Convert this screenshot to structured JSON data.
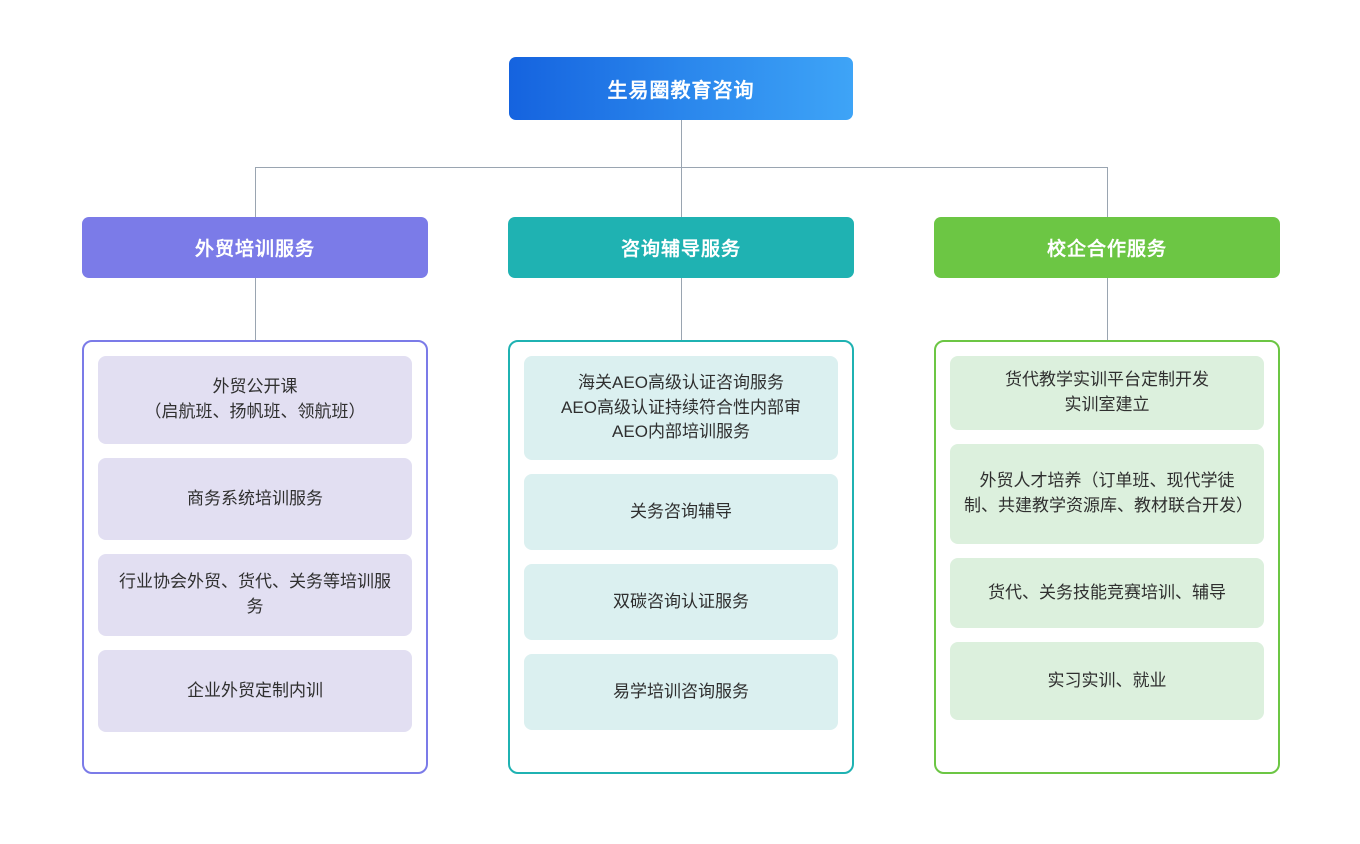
{
  "root": {
    "label": "生易圈教育咨询",
    "color_start": "#1563df",
    "color_end": "#3ea4f7"
  },
  "categories": [
    {
      "label": "外贸培训服务",
      "header_color": "#7b7be8",
      "border_color": "#7b7be8",
      "item_color": "#e2dff2",
      "items": [
        {
          "lines": [
            "外贸公开课",
            "（启航班、扬帆班、领航班）"
          ]
        },
        {
          "lines": [
            "商务系统培训服务"
          ]
        },
        {
          "lines": [
            "行业协会外贸、货代、关务等培训服务"
          ]
        },
        {
          "lines": [
            "企业外贸定制内训"
          ]
        }
      ]
    },
    {
      "label": "咨询辅导服务",
      "header_color": "#1fb2b2",
      "border_color": "#1fb2b2",
      "item_color": "#dbf0f0",
      "items": [
        {
          "lines": [
            "海关AEO高级认证咨询服务",
            "AEO高级认证持续符合性内部审",
            "AEO内部培训服务"
          ]
        },
        {
          "lines": [
            "关务咨询辅导"
          ]
        },
        {
          "lines": [
            "双碳咨询认证服务"
          ]
        },
        {
          "lines": [
            "易学培训咨询服务"
          ]
        }
      ]
    },
    {
      "label": "校企合作服务",
      "header_color": "#6cc644",
      "border_color": "#6cc644",
      "item_color": "#dcf0dd",
      "items": [
        {
          "lines": [
            "货代教学实训平台定制开发",
            "实训室建立"
          ]
        },
        {
          "lines": [
            "外贸人才培养（订单班、现代学徒制、共建教学资源库、教材联合开发）"
          ]
        },
        {
          "lines": [
            "货代、关务技能竞赛培训、辅导"
          ]
        },
        {
          "lines": [
            "实习实训、就业"
          ]
        }
      ]
    }
  ],
  "connector": {
    "color": "#9aa5b1"
  }
}
